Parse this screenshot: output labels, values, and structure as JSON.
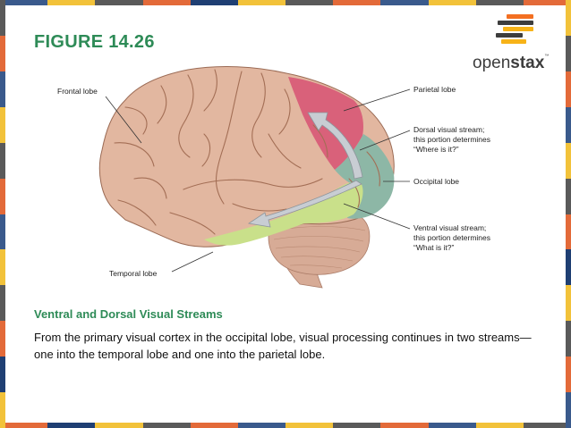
{
  "figure": {
    "title": "FIGURE 14.26"
  },
  "logo": {
    "word_open": "open",
    "word_stax": "stax",
    "trademark": "™",
    "bar_colors": [
      "#f36f21",
      "#3d3d3d",
      "#f7b318",
      "#3d3d3d",
      "#f7b318",
      "#3d3d3d"
    ]
  },
  "labels": {
    "frontal": "Frontal lobe",
    "temporal": "Temporal lobe",
    "parietal": "Parietal lobe",
    "dorsal": "Dorsal visual stream;\nthis portion determines\n“Where is it?”",
    "occipital": "Occipital lobe",
    "ventral": "Ventral visual stream;\nthis portion determines\n“What is it?”"
  },
  "caption": {
    "title": "Ventral and Dorsal Visual Streams",
    "body": "From the primary visual cortex in the occipital lobe, visual processing continues in two streams—one into the temporal lobe and one into the parietal lobe."
  },
  "colors": {
    "title": "#2e8b57",
    "caption_title": "#2e8b57",
    "brain_main": "#e2b7a0",
    "brain_sulci": "#a36e55",
    "parietal": "#d9617a",
    "occipital": "#8db7a6",
    "ventral": "#c9e08a",
    "cerebellum": "#d7ab96",
    "arrow": "#c8cdd3",
    "stripe": [
      "#3a5a8c",
      "#f2c23a",
      "#5a5a5a",
      "#e36a39",
      "#1f3f73",
      "#f2c23a",
      "#5a5a5a",
      "#e36a39",
      "#3a5a8c",
      "#f2c23a",
      "#5a5a5a",
      "#e36a39"
    ]
  }
}
